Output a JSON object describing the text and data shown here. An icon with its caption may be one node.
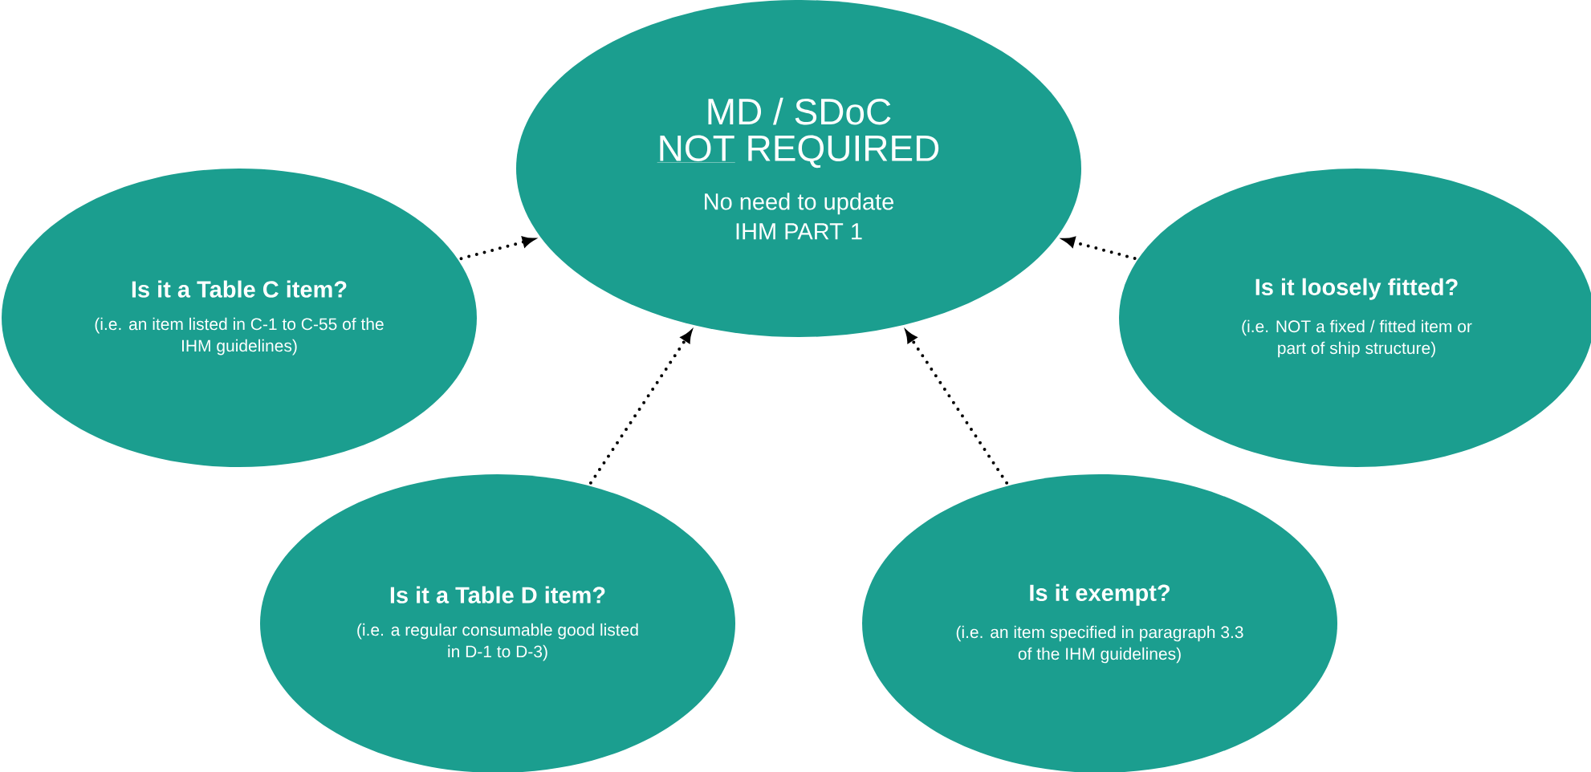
{
  "diagram": {
    "nodes": [
      {
        "text": [
          "MD / SDoC",
          "NOT",
          "REQUIRED",
          "No need to update IHM PART 1"
        ]
      },
      {
        "text": [
          "Is it a Table C item?",
          "(i.e. an item listed in C-1 to C-55 of the IHM guidelines)"
        ]
      },
      {
        "text": [
          "Is it loosely fitted?",
          "(i.e. NOT a fixed / fitted item or part of ship structure)"
        ]
      },
      {
        "text": [
          "Is it a Table D item?",
          "(i.e. a regular consumable good listed in D-1 to D-3)"
        ]
      },
      {
        "text": [
          "Is it exempt?",
          "(i.e. an item specified in paragraph 3.3 of the IHM guidelines)"
        ]
      }
    ],
    "edges": [
      {
        "from": 1,
        "to": 0,
        "arrow": "to"
      },
      {
        "from": 2,
        "to": 0,
        "arrow": "to"
      },
      {
        "from": 3,
        "to": 0,
        "arrow": "to"
      },
      {
        "from": 4,
        "to": 0,
        "arrow": "to"
      }
    ]
  }
}
